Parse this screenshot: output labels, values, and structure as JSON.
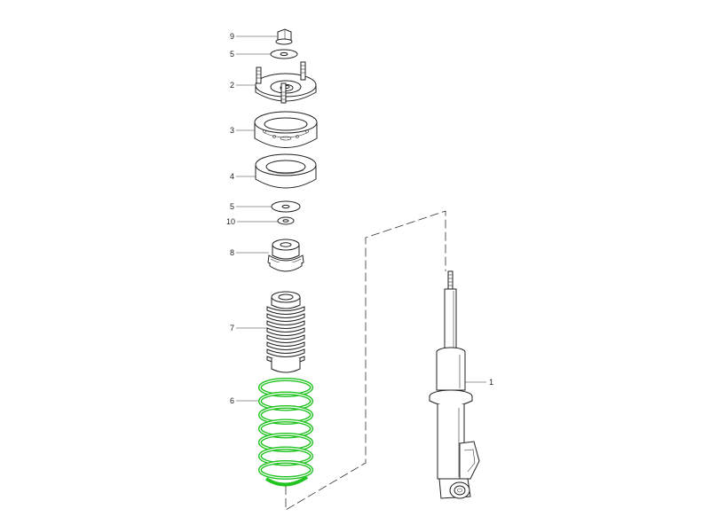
{
  "diagram": {
    "highlight_color": "#22c322",
    "line_color": "#222222",
    "highlighted_part": "6",
    "parts": [
      {
        "id": "p9",
        "label": "9",
        "part": "hex-nut"
      },
      {
        "id": "p5a",
        "label": "5",
        "part": "washer"
      },
      {
        "id": "p2",
        "label": "2",
        "part": "strut-mount"
      },
      {
        "id": "p3",
        "label": "3",
        "part": "bearing-plate"
      },
      {
        "id": "p4",
        "label": "4",
        "part": "spring-seat-ring"
      },
      {
        "id": "p5b",
        "label": "5",
        "part": "washer"
      },
      {
        "id": "p10",
        "label": "10",
        "part": "lock-washer"
      },
      {
        "id": "p8",
        "label": "8",
        "part": "bump-stop"
      },
      {
        "id": "p7",
        "label": "7",
        "part": "dust-boot"
      },
      {
        "id": "p6",
        "label": "6",
        "part": "coil-spring"
      },
      {
        "id": "p1",
        "label": "1",
        "part": "shock-absorber"
      }
    ]
  }
}
